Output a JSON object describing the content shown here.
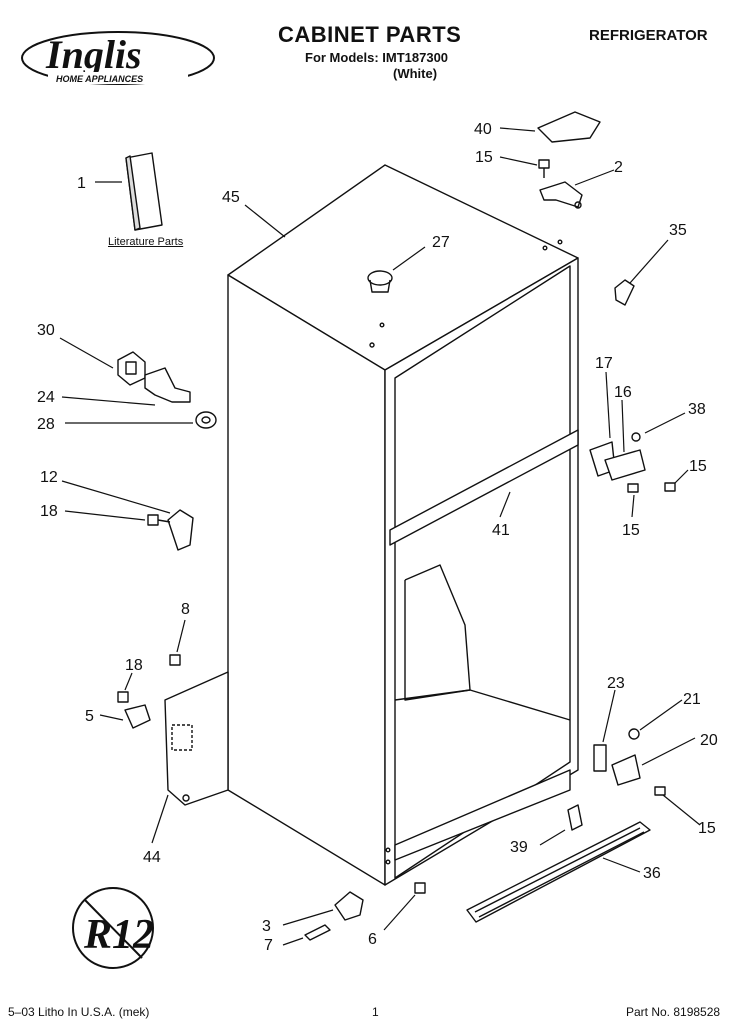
{
  "header": {
    "brand": "Inglis",
    "brand_tagline": "HOME APPLIANCES",
    "title": "CABINET PARTS",
    "models_line": "For Models: IMT187300",
    "color_line": "(White)",
    "category": "REFRIGERATOR"
  },
  "literature_label": "Literature Parts",
  "callouts": [
    {
      "id": "40",
      "text": "40"
    },
    {
      "id": "15a",
      "text": "15"
    },
    {
      "id": "2",
      "text": "2"
    },
    {
      "id": "35",
      "text": "35"
    },
    {
      "id": "1",
      "text": "1"
    },
    {
      "id": "45",
      "text": "45"
    },
    {
      "id": "27",
      "text": "27"
    },
    {
      "id": "30",
      "text": "30"
    },
    {
      "id": "24",
      "text": "24"
    },
    {
      "id": "28",
      "text": "28"
    },
    {
      "id": "17",
      "text": "17"
    },
    {
      "id": "16",
      "text": "16"
    },
    {
      "id": "38",
      "text": "38"
    },
    {
      "id": "15b",
      "text": "15"
    },
    {
      "id": "15c",
      "text": "15"
    },
    {
      "id": "12",
      "text": "12"
    },
    {
      "id": "18a",
      "text": "18"
    },
    {
      "id": "41",
      "text": "41"
    },
    {
      "id": "8",
      "text": "8"
    },
    {
      "id": "18b",
      "text": "18"
    },
    {
      "id": "5",
      "text": "5"
    },
    {
      "id": "44",
      "text": "44"
    },
    {
      "id": "23",
      "text": "23"
    },
    {
      "id": "21",
      "text": "21"
    },
    {
      "id": "20",
      "text": "20"
    },
    {
      "id": "15d",
      "text": "15"
    },
    {
      "id": "39",
      "text": "39"
    },
    {
      "id": "36",
      "text": "36"
    },
    {
      "id": "3",
      "text": "3"
    },
    {
      "id": "7",
      "text": "7"
    },
    {
      "id": "6",
      "text": "6"
    }
  ],
  "badge": "R12",
  "footer": {
    "litho": "5–03 Litho In U.S.A. (mek)",
    "page": "1",
    "part_no": "Part No. 8198528"
  }
}
